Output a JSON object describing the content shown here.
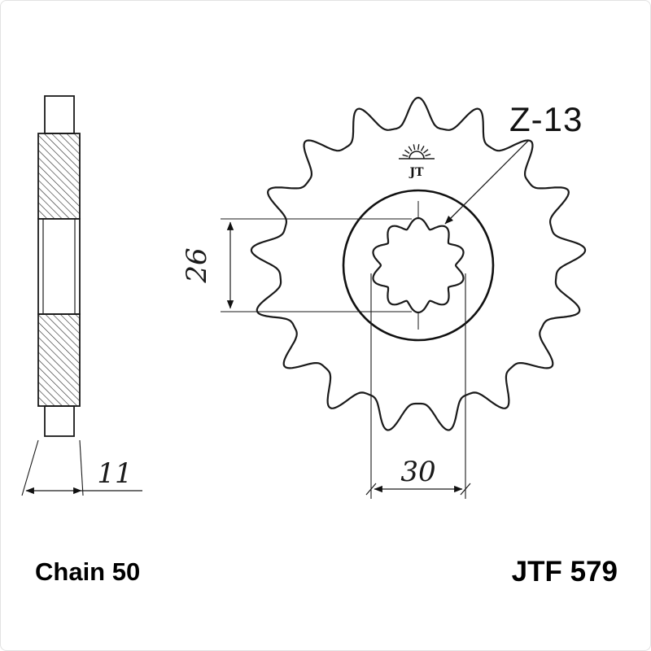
{
  "front_view": {
    "teeth_label": "Z-13",
    "logo_text": "JT"
  },
  "dims": {
    "bore_height": "26",
    "spline_width": "30",
    "thickness": "11"
  },
  "footer": {
    "chain": "Chain 50",
    "part": "JTF 579"
  }
}
